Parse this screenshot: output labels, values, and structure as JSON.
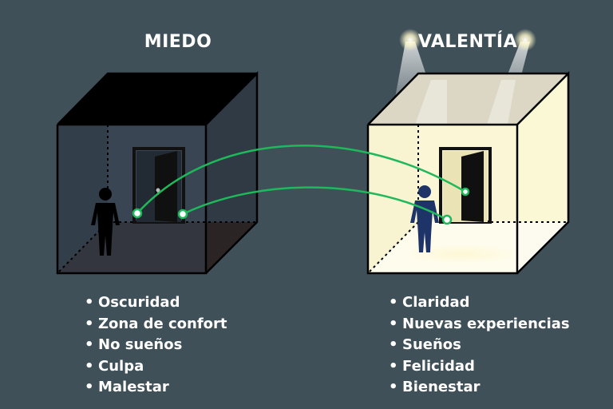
{
  "fear": {
    "title": "MIEDO",
    "items": [
      "Oscuridad",
      "Zona de confort",
      "No sueños",
      "Culpa",
      "Malestar"
    ]
  },
  "courage": {
    "title": "VALENTÍA",
    "items": [
      "Claridad",
      "Nuevas experiencias",
      "Sueños",
      "Felicidad",
      "Bienestar"
    ]
  },
  "colors": {
    "background": "#3f5059",
    "dark_room": "#323d48",
    "light_room": "#fbf8d6",
    "connector": "#1fb85a",
    "figure_dark": "#000000",
    "figure_light": "#1e3368"
  }
}
